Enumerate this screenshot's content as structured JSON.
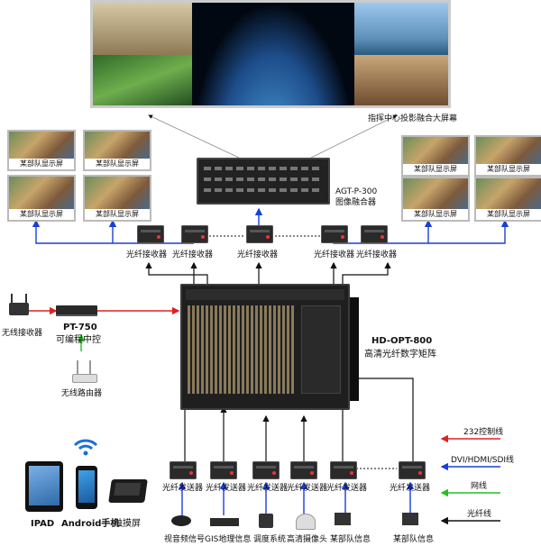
{
  "big_screen": {
    "caption": "指挥中心投影融合大屏幕"
  },
  "fusion_device": {
    "model": "AGT-P-300",
    "name": "图像融合器"
  },
  "left_screens": [
    {
      "caption": "某部队显示屏"
    },
    {
      "caption": "某部队显示屏"
    },
    {
      "caption": "某部队显示屏"
    },
    {
      "caption": "某部队显示屏"
    }
  ],
  "right_screens": [
    {
      "caption": "某部队显示屏"
    },
    {
      "caption": "某部队显示屏"
    },
    {
      "caption": "某部队显示屏"
    },
    {
      "caption": "某部队显示屏"
    }
  ],
  "receivers": [
    {
      "label": "光纤接收器"
    },
    {
      "label": "光纤接收器"
    },
    {
      "label": "光纤接收器"
    },
    {
      "label": "光纤接收器"
    },
    {
      "label": "光纤接收器"
    }
  ],
  "matrix": {
    "model": "HD-OPT-800",
    "name": "高清光纤数字矩阵"
  },
  "wireless_receiver": {
    "label": "无线接收器"
  },
  "controller": {
    "model": "PT-750",
    "name": "可编程中控"
  },
  "router": {
    "label": "无线路由器"
  },
  "touch_devices": {
    "ipad": "IPAD",
    "android": "Android手机",
    "touch": "触摸屏"
  },
  "transmitters": [
    {
      "label": "光纤发送器"
    },
    {
      "label": "光纤发送器"
    },
    {
      "label": "光纤发送器"
    },
    {
      "label": "光纤发送器"
    },
    {
      "label": "光纤发送器"
    },
    {
      "label": "光纤发送器"
    }
  ],
  "sources": [
    {
      "label": "视音频信号"
    },
    {
      "label": "GIS地理信息"
    },
    {
      "label": "调度系统"
    },
    {
      "label": "高清摄像头"
    },
    {
      "label": "某部队信息"
    },
    {
      "label": "某部队信息"
    }
  ],
  "legend": [
    {
      "label": "232控制线",
      "color": "#e02020"
    },
    {
      "label": "DVI/HDMI/SDI线",
      "color": "#1a3fd8"
    },
    {
      "label": "网线",
      "color": "#22c022"
    },
    {
      "label": "光纤线",
      "color": "#111111"
    }
  ]
}
